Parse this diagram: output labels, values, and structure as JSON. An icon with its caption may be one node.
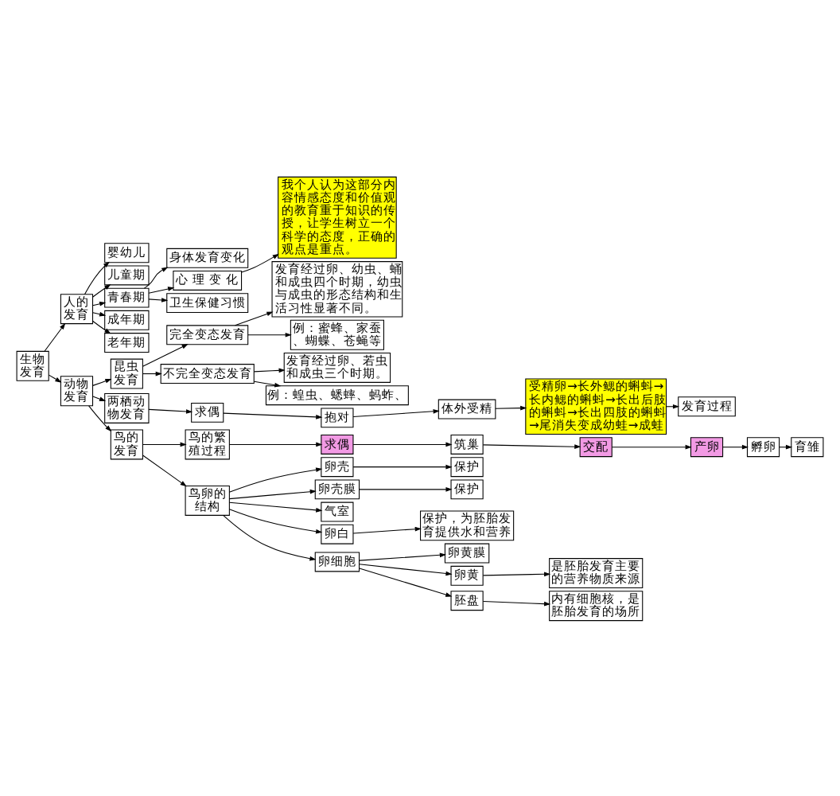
{
  "diagram": {
    "nodes": [
      {
        "text": [
          "生物发育"
        ]
      },
      {
        "text": [
          "人的发育"
        ]
      },
      {
        "text": [
          "婴幼儿"
        ]
      },
      {
        "text": [
          "儿童期"
        ]
      },
      {
        "text": [
          "青春期"
        ]
      },
      {
        "text": [
          "身体发育变化"
        ]
      },
      {
        "text": [
          "心 理 变 化"
        ]
      },
      {
        "text": [
          "我个人认为这部分内容情感态度和价值观的教育重于知识的传授，让学生树立一个科学的态度，正确的观点是重点。"
        ]
      },
      {
        "text": [
          "卫生保健习惯"
        ]
      },
      {
        "text": [
          "成年期"
        ]
      },
      {
        "text": [
          "老年期"
        ]
      },
      {
        "text": [
          "动物发育"
        ]
      },
      {
        "text": [
          "昆虫发育"
        ]
      },
      {
        "text": [
          "完全变态发育"
        ]
      },
      {
        "text": [
          "发育经过卵、幼虫、蛹和成虫四个时期，幼虫与成虫的形态结构和生活习性显著不同。"
        ]
      },
      {
        "text": [
          "例：蜜蜂、家蚕、蝴蝶、苍蝇等"
        ]
      },
      {
        "text": [
          "不完全变态发育"
        ]
      },
      {
        "text": [
          "发育经过卵、若虫和成虫三个时期。"
        ]
      },
      {
        "text": [
          "例：蝗虫、蟋蟀、蚂蚱、"
        ]
      },
      {
        "text": [
          "两栖动物发育"
        ]
      },
      {
        "text": [
          "求偶"
        ]
      },
      {
        "text": [
          "抱对"
        ]
      },
      {
        "text": [
          "体外受精"
        ]
      },
      {
        "text": [
          "受精卵→长外鳃的蝌蚪→长内鳃的蝌蚪→长出后肢的蝌蚪→长出四肢的蝌蚪→尾消失变成幼蛙→成蛙"
        ]
      },
      {
        "text": [
          "发育过程"
        ]
      },
      {
        "text": [
          "鸟的发育"
        ]
      },
      {
        "text": [
          "鸟的繁殖过程"
        ]
      },
      {
        "text": [
          "求偶"
        ]
      },
      {
        "text": [
          "筑巢"
        ]
      },
      {
        "text": [
          "交配"
        ]
      },
      {
        "text": [
          "产卵"
        ]
      },
      {
        "text": [
          "孵卵"
        ]
      },
      {
        "text": [
          "育雏"
        ]
      },
      {
        "text": [
          "鸟卵的结构"
        ]
      },
      {
        "text": [
          "卵壳"
        ]
      },
      {
        "text": [
          "保护"
        ]
      },
      {
        "text": [
          "卵壳膜"
        ]
      },
      {
        "text": [
          "保护"
        ]
      },
      {
        "text": [
          "气室"
        ]
      },
      {
        "text": [
          "卵白"
        ]
      },
      {
        "text": [
          "保护，为胚胎发育提供水和营养"
        ]
      },
      {
        "text": [
          "卵细胞"
        ]
      },
      {
        "text": [
          "卵黄膜"
        ]
      },
      {
        "text": [
          "卵黄"
        ]
      },
      {
        "text": [
          "是胚胎发育主要的营养物质来源"
        ]
      },
      {
        "text": [
          "胚盘"
        ]
      },
      {
        "text": [
          "内有细胞核，是胚胎发育的场所"
        ]
      }
    ],
    "edges": [
      {
        "from": 0,
        "to": 1,
        "arrow": "to"
      },
      {
        "from": 0,
        "to": 11,
        "arrow": "to"
      },
      {
        "from": 1,
        "to": 2,
        "arrow": "to"
      },
      {
        "from": 1,
        "to": 3,
        "arrow": "to"
      },
      {
        "from": 1,
        "to": 4,
        "arrow": "to"
      },
      {
        "from": 1,
        "to": 9,
        "arrow": "to"
      },
      {
        "from": 1,
        "to": 10,
        "arrow": "to"
      },
      {
        "from": 4,
        "to": 5,
        "arrow": "to"
      },
      {
        "from": 4,
        "to": 6,
        "arrow": "to"
      },
      {
        "from": 4,
        "to": 8,
        "arrow": "to"
      },
      {
        "from": 6,
        "to": 7,
        "arrow": "to"
      },
      {
        "from": 11,
        "to": 12,
        "arrow": "to"
      },
      {
        "from": 11,
        "to": 19,
        "arrow": "to"
      },
      {
        "from": 11,
        "to": 25,
        "arrow": "to"
      },
      {
        "from": 12,
        "to": 13,
        "arrow": "to"
      },
      {
        "from": 12,
        "to": 16,
        "arrow": "to"
      },
      {
        "from": 13,
        "to": 14,
        "arrow": "to"
      },
      {
        "from": 13,
        "to": 15,
        "arrow": "to"
      },
      {
        "from": 16,
        "to": 17,
        "arrow": "to"
      },
      {
        "from": 16,
        "to": 18,
        "arrow": "to"
      },
      {
        "from": 19,
        "to": 20,
        "arrow": "to"
      },
      {
        "from": 20,
        "to": 21,
        "arrow": "to"
      },
      {
        "from": 21,
        "to": 22,
        "arrow": "to"
      },
      {
        "from": 22,
        "to": 23,
        "arrow": "to"
      },
      {
        "from": 23,
        "to": 24,
        "arrow": "to"
      },
      {
        "from": 25,
        "to": 26,
        "arrow": "to"
      },
      {
        "from": 25,
        "to": 33,
        "arrow": "to"
      },
      {
        "from": 26,
        "to": 27,
        "arrow": "to"
      },
      {
        "from": 27,
        "to": 28,
        "arrow": "to"
      },
      {
        "from": 28,
        "to": 29,
        "arrow": "to"
      },
      {
        "from": 29,
        "to": 30,
        "arrow": "to"
      },
      {
        "from": 30,
        "to": 31,
        "arrow": "to"
      },
      {
        "from": 31,
        "to": 32,
        "arrow": "to"
      },
      {
        "from": 33,
        "to": 34,
        "arrow": "to"
      },
      {
        "from": 33,
        "to": 36,
        "arrow": "to"
      },
      {
        "from": 33,
        "to": 38,
        "arrow": "to"
      },
      {
        "from": 33,
        "to": 39,
        "arrow": "to"
      },
      {
        "from": 33,
        "to": 41,
        "arrow": "to"
      },
      {
        "from": 34,
        "to": 35,
        "arrow": "to"
      },
      {
        "from": 36,
        "to": 37,
        "arrow": "to"
      },
      {
        "from": 39,
        "to": 40,
        "arrow": "to"
      },
      {
        "from": 41,
        "to": 42,
        "arrow": "to"
      },
      {
        "from": 41,
        "to": 43,
        "arrow": "to"
      },
      {
        "from": 41,
        "to": 45,
        "arrow": "to"
      },
      {
        "from": 43,
        "to": 44,
        "arrow": "to"
      },
      {
        "from": 45,
        "to": 46,
        "arrow": "to"
      }
    ]
  }
}
